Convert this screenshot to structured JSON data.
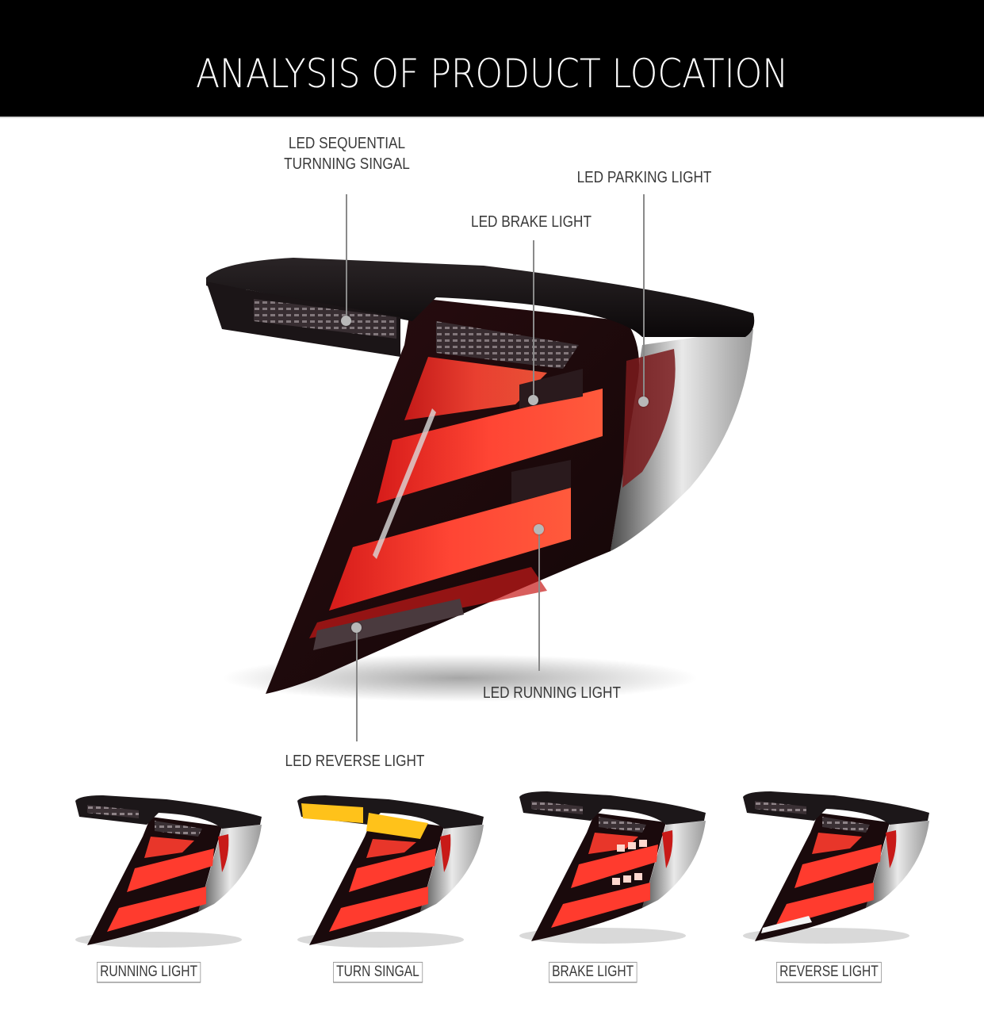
{
  "banner": {
    "title": "ANALYSIS OF PRODUCT LOCATION",
    "background": "#000000",
    "text_color": "#ffffff"
  },
  "main_image": {
    "subject": "LED tail light assembly (smoked housing, red light bars)",
    "callouts": [
      {
        "id": "turn",
        "line1": "LED SEQUENTIAL",
        "line2": "TURNNING SINGAL"
      },
      {
        "id": "parking",
        "line1": "LED PARKING LIGHT"
      },
      {
        "id": "brake",
        "line1": "LED BRAKE LIGHT"
      },
      {
        "id": "running",
        "line1": "LED RUNNING LIGHT"
      },
      {
        "id": "reverse",
        "line1": "LED REVERSE LIGHT"
      }
    ]
  },
  "modes": [
    {
      "label": "RUNNING LIGHT",
      "state": "running"
    },
    {
      "label": "TURN SINGAL",
      "state": "turn"
    },
    {
      "label": "BRAKE LIGHT",
      "state": "brake"
    },
    {
      "label": "REVERSE LIGHT",
      "state": "reverse"
    }
  ],
  "colors": {
    "light_red": "#ff3b2e",
    "amber": "#ffc21a",
    "housing": "#1a1416",
    "callout_line": "#8a8a8a"
  }
}
